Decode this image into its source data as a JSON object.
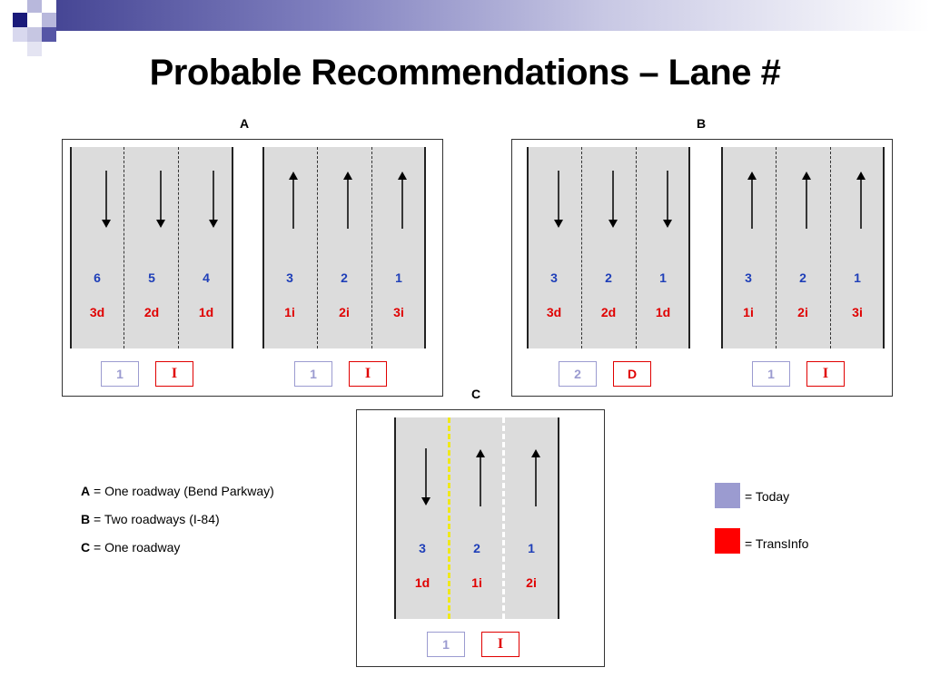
{
  "slide": {
    "title": "Probable Recommendations – Lane #"
  },
  "colors": {
    "today": "#9b9bd0",
    "transinfo": "#e00000",
    "lane_number": "#1f3fb8",
    "corner_accent": "#1a1a7a"
  },
  "panels": {
    "A": {
      "label": "A",
      "left_road": {
        "directions": [
          "down",
          "down",
          "down"
        ],
        "numbers": [
          "6",
          "5",
          "4"
        ],
        "codes": [
          "3d",
          "2d",
          "1d"
        ],
        "today": "1",
        "transinfo": "I"
      },
      "right_road": {
        "directions": [
          "up",
          "up",
          "up"
        ],
        "numbers": [
          "3",
          "2",
          "1"
        ],
        "codes": [
          "1i",
          "2i",
          "3i"
        ],
        "today": "1",
        "transinfo": "I"
      }
    },
    "B": {
      "label": "B",
      "left_road": {
        "directions": [
          "down",
          "down",
          "down"
        ],
        "numbers": [
          "3",
          "2",
          "1"
        ],
        "codes": [
          "3d",
          "2d",
          "1d"
        ],
        "today": "2",
        "transinfo": "D"
      },
      "right_road": {
        "directions": [
          "up",
          "up",
          "up"
        ],
        "numbers": [
          "3",
          "2",
          "1"
        ],
        "codes": [
          "1i",
          "2i",
          "3i"
        ],
        "today": "1",
        "transinfo": "I"
      }
    },
    "C": {
      "label": "C",
      "road": {
        "directions": [
          "down",
          "up",
          "up"
        ],
        "numbers": [
          "3",
          "2",
          "1"
        ],
        "codes": [
          "1d",
          "1i",
          "2i"
        ],
        "today": "1",
        "transinfo": "I"
      }
    }
  },
  "notes": [
    {
      "key": "A",
      "text": " = One roadway (Bend Parkway)"
    },
    {
      "key": "B",
      "text": " = Two roadways (I-84)"
    },
    {
      "key": "C",
      "text": " = One roadway"
    }
  ],
  "legend": [
    {
      "label": "= Today",
      "color": "#9b9bd0"
    },
    {
      "label": "= TransInfo",
      "color": "#ff0000"
    }
  ]
}
